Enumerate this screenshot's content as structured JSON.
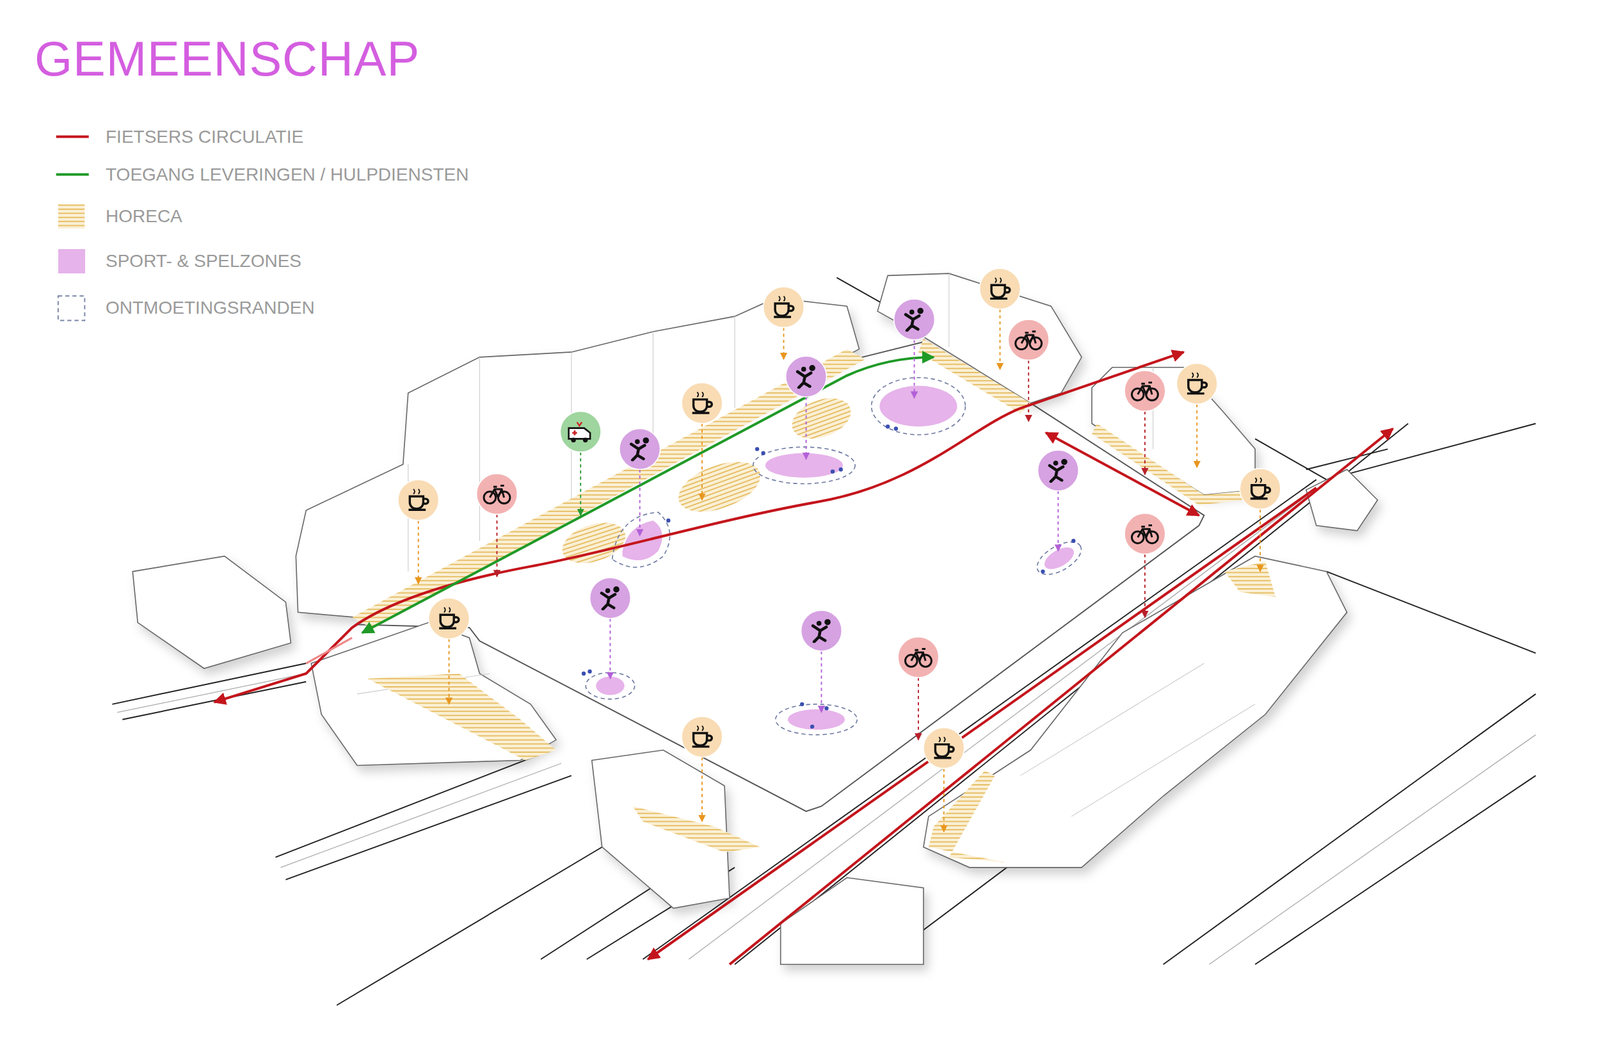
{
  "diagram": {
    "title": "GEMEENSCHAP",
    "legend": [
      {
        "text": "FIETSERS CIRCULATIE"
      },
      {
        "text": "TOEGANG LEVERINGEN / HULPDIENSTEN"
      },
      {
        "text": "HORECA"
      },
      {
        "text": "SPORT- & SPELZONES",
        "color": "#e6b3ea"
      },
      {
        "text": "ONTMOETINGSRANDEN"
      }
    ]
  }
}
